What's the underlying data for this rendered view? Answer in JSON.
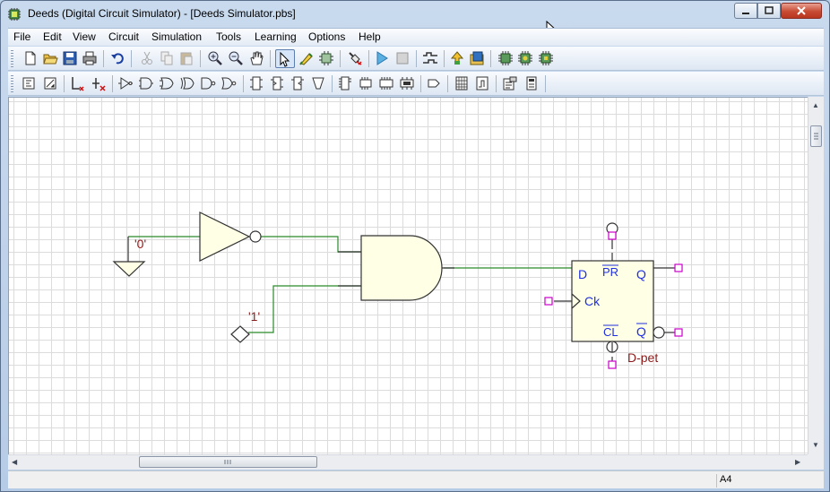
{
  "window": {
    "title": "Deeds (Digital Circuit Simulator) - [Deeds Simulator.pbs]"
  },
  "menu": [
    "File",
    "Edit",
    "View",
    "Circuit",
    "Simulation",
    "Tools",
    "Learning",
    "Options",
    "Help"
  ],
  "toolbar1": [
    "new-icon",
    "open-icon",
    "save-icon",
    "print-icon",
    "undo-icon",
    "cut-icon",
    "copy-icon",
    "paste-icon",
    "zoom-in-icon",
    "zoom-out-icon",
    "pan-hand-icon",
    "select-pointer-icon",
    "wire-pen-icon",
    "component-edit-icon",
    "delete-wire-icon",
    "start-simulation-icon",
    "stop-simulation-icon",
    "timing-diagram-icon",
    "upload-icon",
    "board-icon",
    "chip-1-icon",
    "chip-2-icon",
    "chip-3-icon"
  ],
  "toolbar2": [
    "input-switch-icon",
    "output-led-icon",
    "node-icon",
    "wire-node-icon",
    "buffer-gate-icon",
    "and-gate-icon",
    "or-gate-icon",
    "xor-gate-icon",
    "nand-gate-icon",
    "nor-gate-icon",
    "flipflop-d-icon",
    "flipflop-jk-icon",
    "flipflop-t-icon",
    "mux-icon",
    "register-icon",
    "counter-icon",
    "ram-icon",
    "rom-icon",
    "label-icon",
    "bus-icon",
    "fsm-icon",
    "properties-icon",
    "component-info-icon"
  ],
  "circuit": {
    "zero_label": "'0'",
    "one_label": "'1'",
    "ff": {
      "d": "D",
      "pr": "PR",
      "q": "Q",
      "ck": "Ck",
      "cl": "CL",
      "qbar": "Q",
      "name": "D-pet"
    }
  },
  "status": {
    "page_size": "A4"
  },
  "colors": {
    "wire": "#2b8a2b",
    "gate_fill": "#ffffe6",
    "pin": "#cc00cc",
    "label_red": "#8b1a1a",
    "label_blue": "#1f2fe0"
  }
}
